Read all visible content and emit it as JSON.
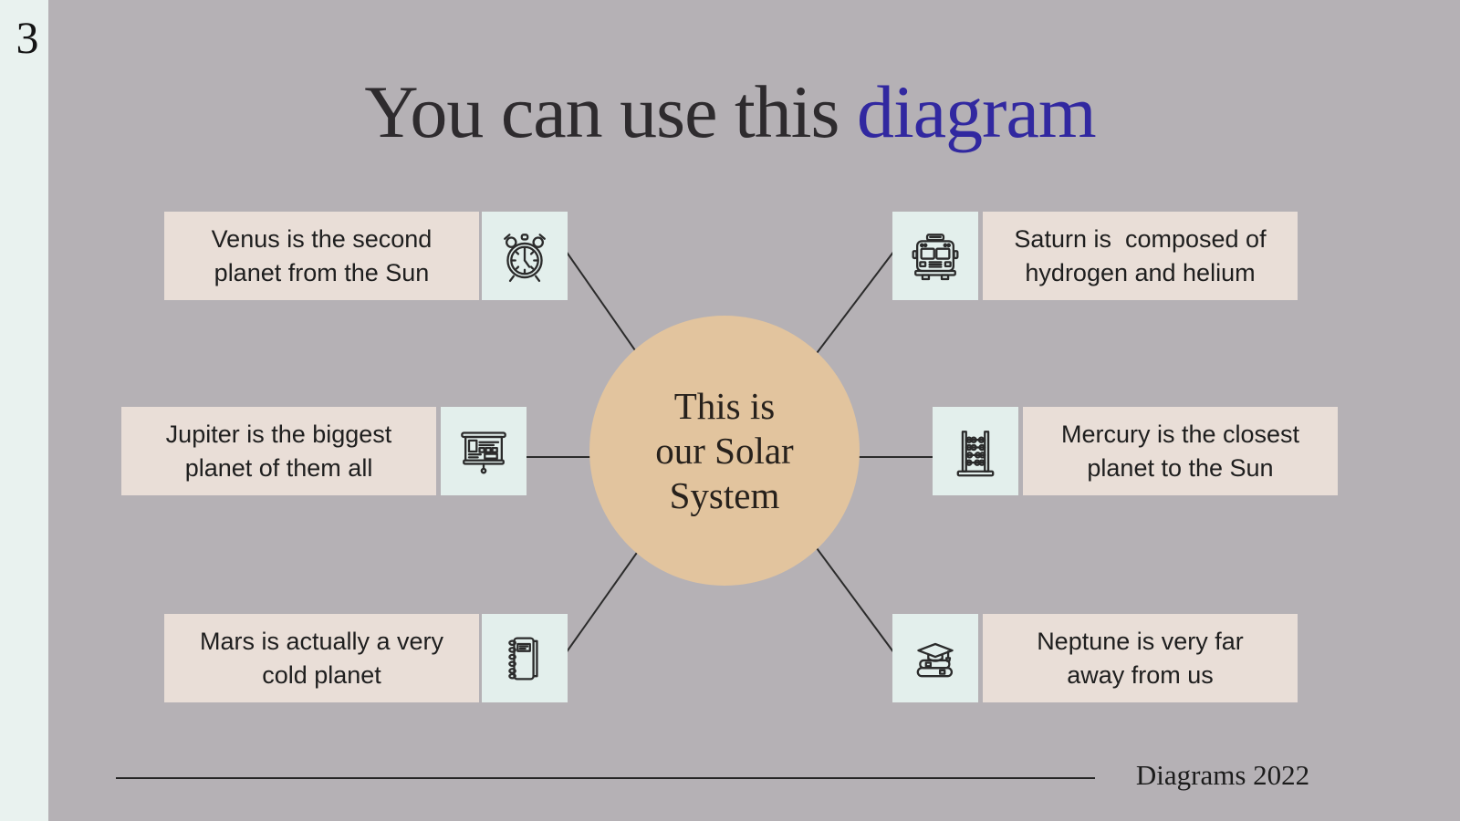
{
  "slide": {
    "page_number": "3",
    "title": {
      "prefix": "You can use this ",
      "highlight": "diagram"
    },
    "center": {
      "lines": [
        "This is",
        "our Solar",
        "System"
      ]
    },
    "items": [
      {
        "id": "venus",
        "icon": "alarm-clock-icon",
        "lines": [
          "Venus is the second",
          "planet from the Sun"
        ]
      },
      {
        "id": "saturn",
        "icon": "school-bus-icon",
        "lines": [
          "Saturn is  composed of",
          "hydrogen and helium"
        ]
      },
      {
        "id": "jupiter",
        "icon": "projection-screen-icon",
        "lines": [
          "Jupiter is the biggest",
          "planet of them all"
        ]
      },
      {
        "id": "mercury",
        "icon": "abacus-icon",
        "lines": [
          "Mercury is the closest",
          "planet to the Sun"
        ]
      },
      {
        "id": "mars",
        "icon": "spiral-notebook-icon",
        "lines": [
          "Mars is actually a very",
          "cold planet"
        ]
      },
      {
        "id": "neptune",
        "icon": "graduation-cap-books-icon",
        "lines": [
          "Neptune is very far",
          "away from us"
        ]
      }
    ],
    "footer": {
      "credit": "Diagrams 2022"
    },
    "colors": {
      "background": "#b5b1b5",
      "side_strip": "#e9f2ef",
      "text_box": "#e9ded7",
      "icon_box": "#e3efec",
      "circle": "#e2c49e",
      "title_text": "#2e2b2e",
      "title_accent": "#3128a0",
      "body_text": "#1e1e1e",
      "connector_line": "#2b2b2b"
    }
  }
}
